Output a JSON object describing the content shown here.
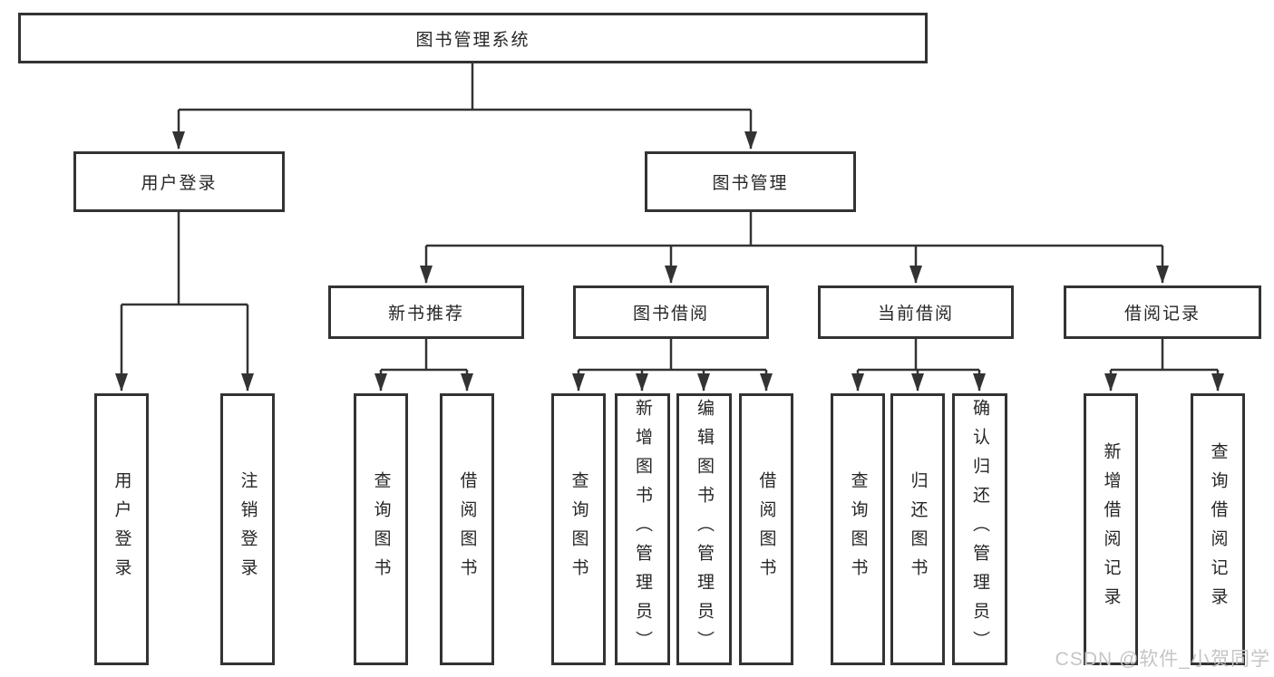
{
  "nodes": {
    "root": "图书管理系统",
    "user_login": "用户登录",
    "book_mgmt": "图书管理",
    "new_book_rec": "新书推荐",
    "book_borrow": "图书借阅",
    "current_borrow": "当前借阅",
    "borrow_records": "借阅记录",
    "leaf_user_login": "用户登录",
    "leaf_logout": "注销登录",
    "leaf_rec_query_books": "查询图书",
    "leaf_rec_borrow_books": "借阅图书",
    "leaf_bb_query_books": "查询图书",
    "leaf_bb_add_books": "新增图书（管理员）",
    "leaf_bb_edit_books": "编辑图书（管理员）",
    "leaf_bb_borrow_books": "借阅图书",
    "leaf_cb_query_books": "查询图书",
    "leaf_cb_return_books": "归还图书",
    "leaf_cb_confirm_return": "确认归还（管理员）",
    "leaf_br_add_record": "新增借阅记录",
    "leaf_br_query_record": "查询借阅记录"
  },
  "hierarchy": {
    "图书管理系统": {
      "用户登录": [
        "用户登录",
        "注销登录"
      ],
      "图书管理": {
        "新书推荐": [
          "查询图书",
          "借阅图书"
        ],
        "图书借阅": [
          "查询图书",
          "新增图书（管理员）",
          "编辑图书（管理员）",
          "借阅图书"
        ],
        "当前借阅": [
          "查询图书",
          "归还图书",
          "确认归还（管理员）"
        ],
        "借阅记录": [
          "新增借阅记录",
          "查询借阅记录"
        ]
      }
    }
  },
  "watermark": "CSDN @软件_小贺同学",
  "colors": {
    "line": "#333333",
    "box_border": "#333333",
    "box_fill": "#ffffff",
    "text": "#262626",
    "watermark": "#c5c5c5",
    "background": "#ffffff"
  }
}
